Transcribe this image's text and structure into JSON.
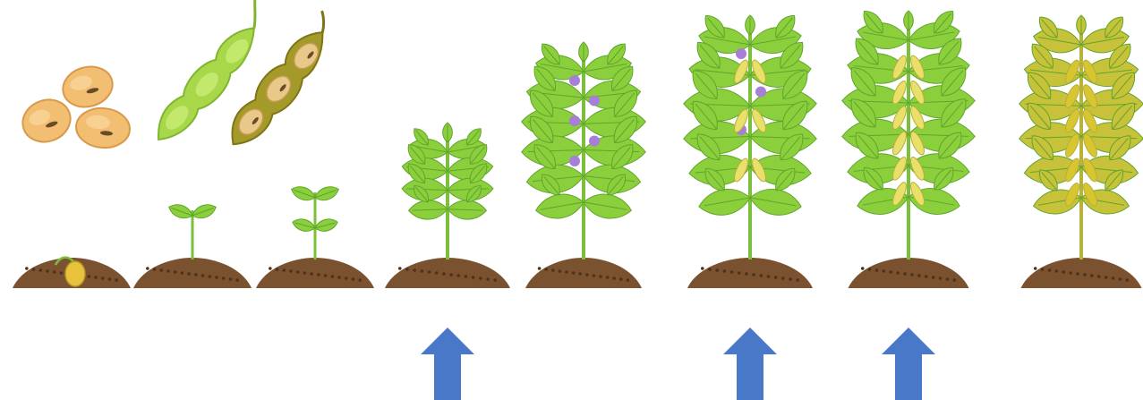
{
  "scene": {
    "background": "#ffffff",
    "colors": {
      "soil": "#7a5230",
      "soil_speck": "#4e321b",
      "bean": "#f2be72",
      "bean_edge": "#d89a4c",
      "pod_young": "#a8d84a",
      "pod_mature": "#a39a2a",
      "stem": "#7cbf3a",
      "leaf": "#8ccf3c",
      "leaf_dark": "#5fa52c",
      "flower": "#a77fd6",
      "pod_on_plant": "#e8e06a",
      "senescent_leaf": "#c8c23a",
      "arrow": "#4a78c8"
    },
    "stages": [
      {
        "id": "germinating-seed",
        "leaf_pairs": 0,
        "flowers": 0,
        "pods": 0
      },
      {
        "id": "emergence",
        "leaf_pairs": 1,
        "flowers": 0,
        "pods": 0
      },
      {
        "id": "unifoliate",
        "leaf_pairs": 2,
        "flowers": 0,
        "pods": 0
      },
      {
        "id": "vegetative",
        "leaf_pairs": 4,
        "flowers": 0,
        "pods": 0,
        "highlighted": true
      },
      {
        "id": "flowering",
        "leaf_pairs": 6,
        "flowers": 5,
        "pods": 0
      },
      {
        "id": "pod-development",
        "leaf_pairs": 6,
        "flowers": 3,
        "pods": 6,
        "highlighted": true
      },
      {
        "id": "seed-fill",
        "leaf_pairs": 6,
        "flowers": 0,
        "pods": 12,
        "highlighted": true
      },
      {
        "id": "maturity",
        "leaf_pairs": 6,
        "flowers": 0,
        "pods": 12,
        "senescent": true
      }
    ],
    "icons": [
      "soybean-seeds-icon",
      "green-pod-icon",
      "mature-pod-icon",
      "up-arrow-icon"
    ]
  }
}
